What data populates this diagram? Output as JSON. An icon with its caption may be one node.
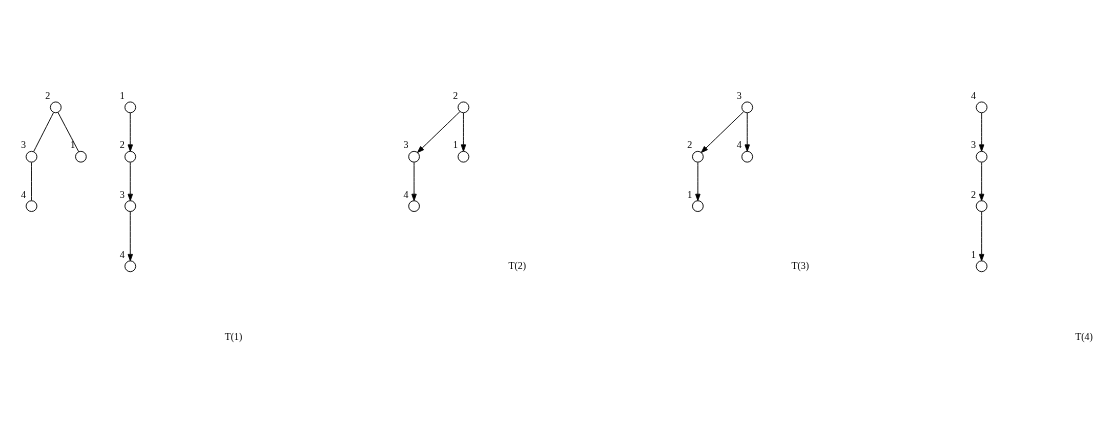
{
  "diagram": {
    "nodes": [
      {
        "text": [],
        "shape": "circle",
        "beside": [
          "2"
        ]
      },
      {
        "text": [],
        "shape": "circle",
        "beside": [
          "3"
        ]
      },
      {
        "text": [],
        "shape": "circle",
        "beside": [
          "1"
        ]
      },
      {
        "text": [],
        "shape": "circle",
        "beside": [
          "4"
        ]
      },
      {
        "text": [],
        "shape": "circle",
        "beside": [
          "1"
        ]
      },
      {
        "text": [],
        "shape": "circle",
        "beside": [
          "2"
        ]
      },
      {
        "text": [],
        "shape": "circle",
        "beside": [
          "3"
        ]
      },
      {
        "text": [],
        "shape": "circle",
        "beside": [
          "4"
        ]
      },
      {
        "text": [],
        "shape": "circle",
        "beside": [
          "2"
        ]
      },
      {
        "text": [],
        "shape": "circle",
        "beside": [
          "1"
        ]
      },
      {
        "text": [],
        "shape": "circle",
        "beside": [
          "3"
        ]
      },
      {
        "text": [],
        "shape": "circle",
        "beside": [
          "4"
        ]
      },
      {
        "text": [],
        "shape": "circle",
        "beside": [
          "3"
        ]
      },
      {
        "text": [],
        "shape": "circle",
        "beside": [
          "2"
        ]
      },
      {
        "text": [],
        "shape": "circle",
        "beside": [
          "4"
        ]
      },
      {
        "text": [],
        "shape": "circle",
        "beside": [
          "1"
        ]
      },
      {
        "text": [],
        "shape": "circle",
        "beside": [
          "4"
        ]
      },
      {
        "text": [],
        "shape": "circle",
        "beside": [
          "3"
        ]
      },
      {
        "text": [],
        "shape": "circle",
        "beside": [
          "2"
        ]
      },
      {
        "text": [],
        "shape": "circle",
        "beside": [
          "1"
        ]
      }
    ],
    "edges": [
      {
        "from": 0,
        "to": 1,
        "arrow": "none"
      },
      {
        "from": 0,
        "to": 2,
        "arrow": "none"
      },
      {
        "from": 1,
        "to": 3,
        "arrow": "none"
      },
      {
        "from": 4,
        "to": 5,
        "arrow": "to"
      },
      {
        "from": 5,
        "to": 6,
        "arrow": "to"
      },
      {
        "from": 6,
        "to": 7,
        "arrow": "to"
      },
      {
        "from": 8,
        "to": 9,
        "arrow": "to"
      },
      {
        "from": 8,
        "to": 10,
        "arrow": "to"
      },
      {
        "from": 10,
        "to": 11,
        "arrow": "to"
      },
      {
        "from": 12,
        "to": 13,
        "arrow": "to"
      },
      {
        "from": 12,
        "to": 14,
        "arrow": "to"
      },
      {
        "from": 13,
        "to": 15,
        "arrow": "to"
      },
      {
        "from": 16,
        "to": 17,
        "arrow": "to"
      },
      {
        "from": 17,
        "to": 18,
        "arrow": "to"
      },
      {
        "from": 18,
        "to": 19,
        "arrow": "to"
      }
    ],
    "labels": [
      "T(1)",
      "T(2)",
      "T(3)",
      "T(4)"
    ]
  }
}
